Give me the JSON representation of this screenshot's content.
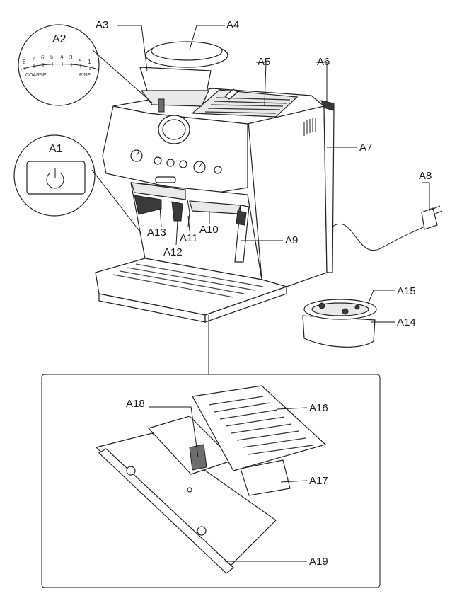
{
  "labels": {
    "a1": "A1",
    "a2": "A2",
    "a3": "A3",
    "a4": "A4",
    "a5": "A5",
    "a6": "A6",
    "a7": "A7",
    "a8": "A8",
    "a9": "A9",
    "a10": "A10",
    "a11": "A11",
    "a12": "A12",
    "a13": "A13",
    "a14": "A14",
    "a15": "A15",
    "a16": "A16",
    "a17": "A17",
    "a18": "A18",
    "a19": "A19"
  },
  "grind_dial": {
    "numbers": [
      "8",
      "7",
      "6",
      "5",
      "4",
      "3",
      "2",
      "1"
    ],
    "coarse": "COARSE",
    "fine": "FINE"
  },
  "colors": {
    "line": "#1a1a1a",
    "light_fill": "#e9e9e9",
    "dark_fill": "#3a3a3a"
  },
  "icons": {
    "power": "power-icon"
  }
}
